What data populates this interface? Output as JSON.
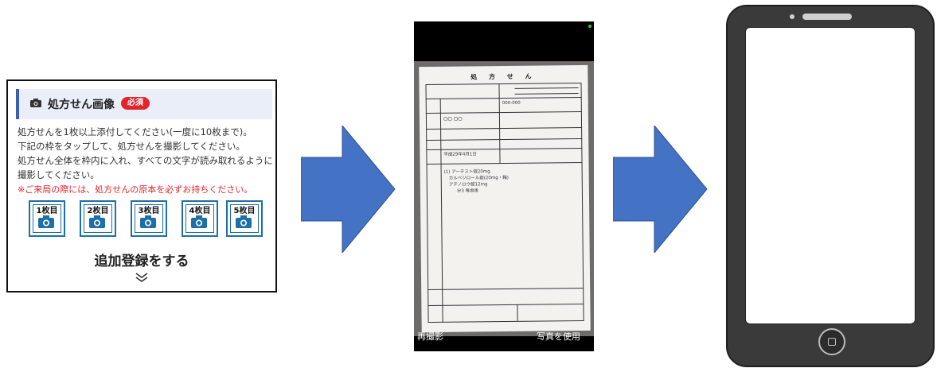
{
  "upload_card": {
    "title": "処方せん画像",
    "required_badge": "必須",
    "instructions": [
      "処方せんを1枚以上添付してください(一度に10枚まで)。",
      "下記の枠をタップして、処方せんを撮影してください。",
      "処方せん全体を枠内に入れ、すべての文字が読み取れるように",
      "撮影してください。"
    ],
    "notice": "※ご来局の際には、処方せんの原本を必ずお持ちください。",
    "slots": [
      "1枚目",
      "2枚目",
      "3枚目",
      "4枚目",
      "5枚目"
    ],
    "add_button": "追加登録をする",
    "accent_color": "#1e6fa8",
    "required_color": "#e3242b"
  },
  "camera_preview": {
    "document_title": "処 方 せ ん",
    "document_code": "000-000",
    "patient_name": "〇〇 〇〇",
    "document_issue_date": "平成29年4月1日",
    "prescription_lines": [
      "(1) アーテスト錠20mg",
      "カルベジロール錠(20mg・箱)",
      "アテノロウ錠12mg",
      "分3 毎食後"
    ],
    "retake_label": "再撮影",
    "use_photo_label": "写真を使用"
  },
  "arrows": {
    "color": "#4472c4",
    "border_color": "#2f528f"
  },
  "smartphone": {
    "body_color": "#3a3a3a",
    "screen_color": "#ffffff"
  }
}
